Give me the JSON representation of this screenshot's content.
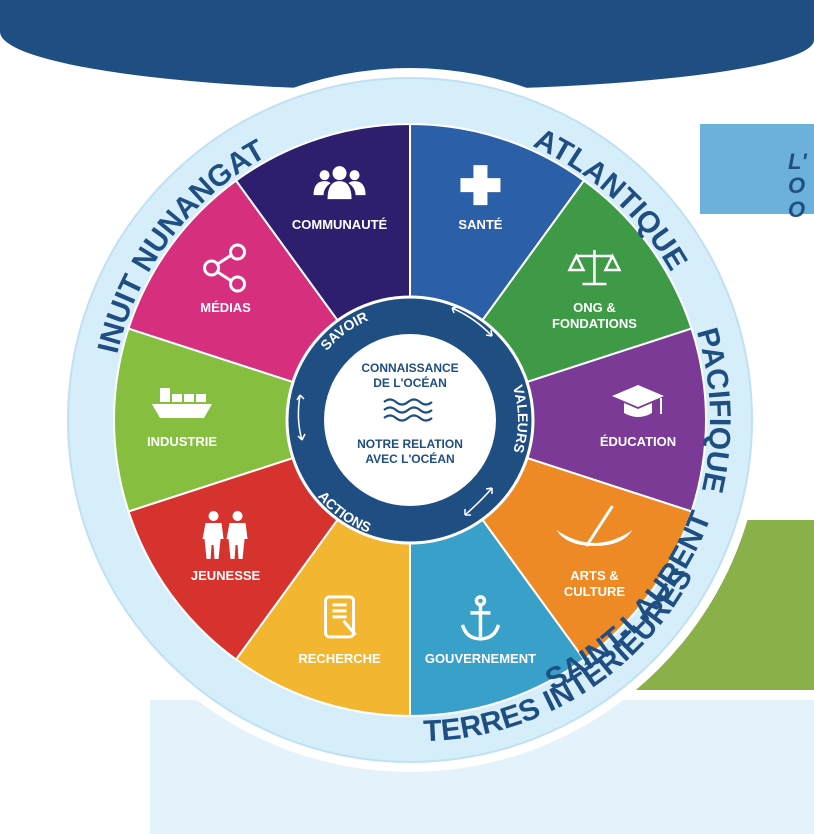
{
  "regions": {
    "inuit_nunangat": "INUIT NUNANGAT",
    "atlantique": "ATLANTIQUE",
    "saint_laurent": "SAINT-LAURENT",
    "terres_interieures": "TERRES INTÉRIEURES",
    "pacifique": "PACIFIQUE"
  },
  "sectors": [
    {
      "label": "SANTÉ",
      "color": "#2b5fa8",
      "icon": "medical-cross-icon"
    },
    {
      "label": "ONG &",
      "label2": "FONDATIONS",
      "color": "#3f9a47",
      "icon": "scales-icon"
    },
    {
      "label": "ÉDUCATION",
      "color": "#7a3a95",
      "icon": "graduation-cap-icon"
    },
    {
      "label": "ARTS &",
      "label2": "CULTURE",
      "color": "#ee8a26",
      "icon": "canoe-icon"
    },
    {
      "label": "GOUVERNEMENT",
      "color": "#39a1c9",
      "icon": "anchor-icon"
    },
    {
      "label": "RECHERCHE",
      "color": "#f2b630",
      "icon": "tablet-icon"
    },
    {
      "label": "JEUNESSE",
      "color": "#d7332e",
      "icon": "youth-icon"
    },
    {
      "label": "INDUSTRIE",
      "color": "#86bf3f",
      "icon": "ship-icon"
    },
    {
      "label": "MÉDIAS",
      "color": "#d62f7d",
      "icon": "share-icon"
    },
    {
      "label": "COMMUNAUTÉ",
      "color": "#2e1f6e",
      "icon": "people-icon"
    }
  ],
  "inner_ring": {
    "savoir": "SAVOIR",
    "valeurs": "VALEURS",
    "actions": "ACTIONS"
  },
  "center": {
    "line1": "CONNAISSANCE",
    "line2": "DE L'OCÉAN",
    "line3": "NOTRE RELATION",
    "line4": "AVEC L'OCÉAN"
  },
  "side_panel_text": "L'\nO\nO",
  "colors": {
    "ring_outer": "#d6eef9",
    "inner_ring": "#1f4e82",
    "center_fill": "#ffffff",
    "text_dark": "#1f4e82"
  }
}
